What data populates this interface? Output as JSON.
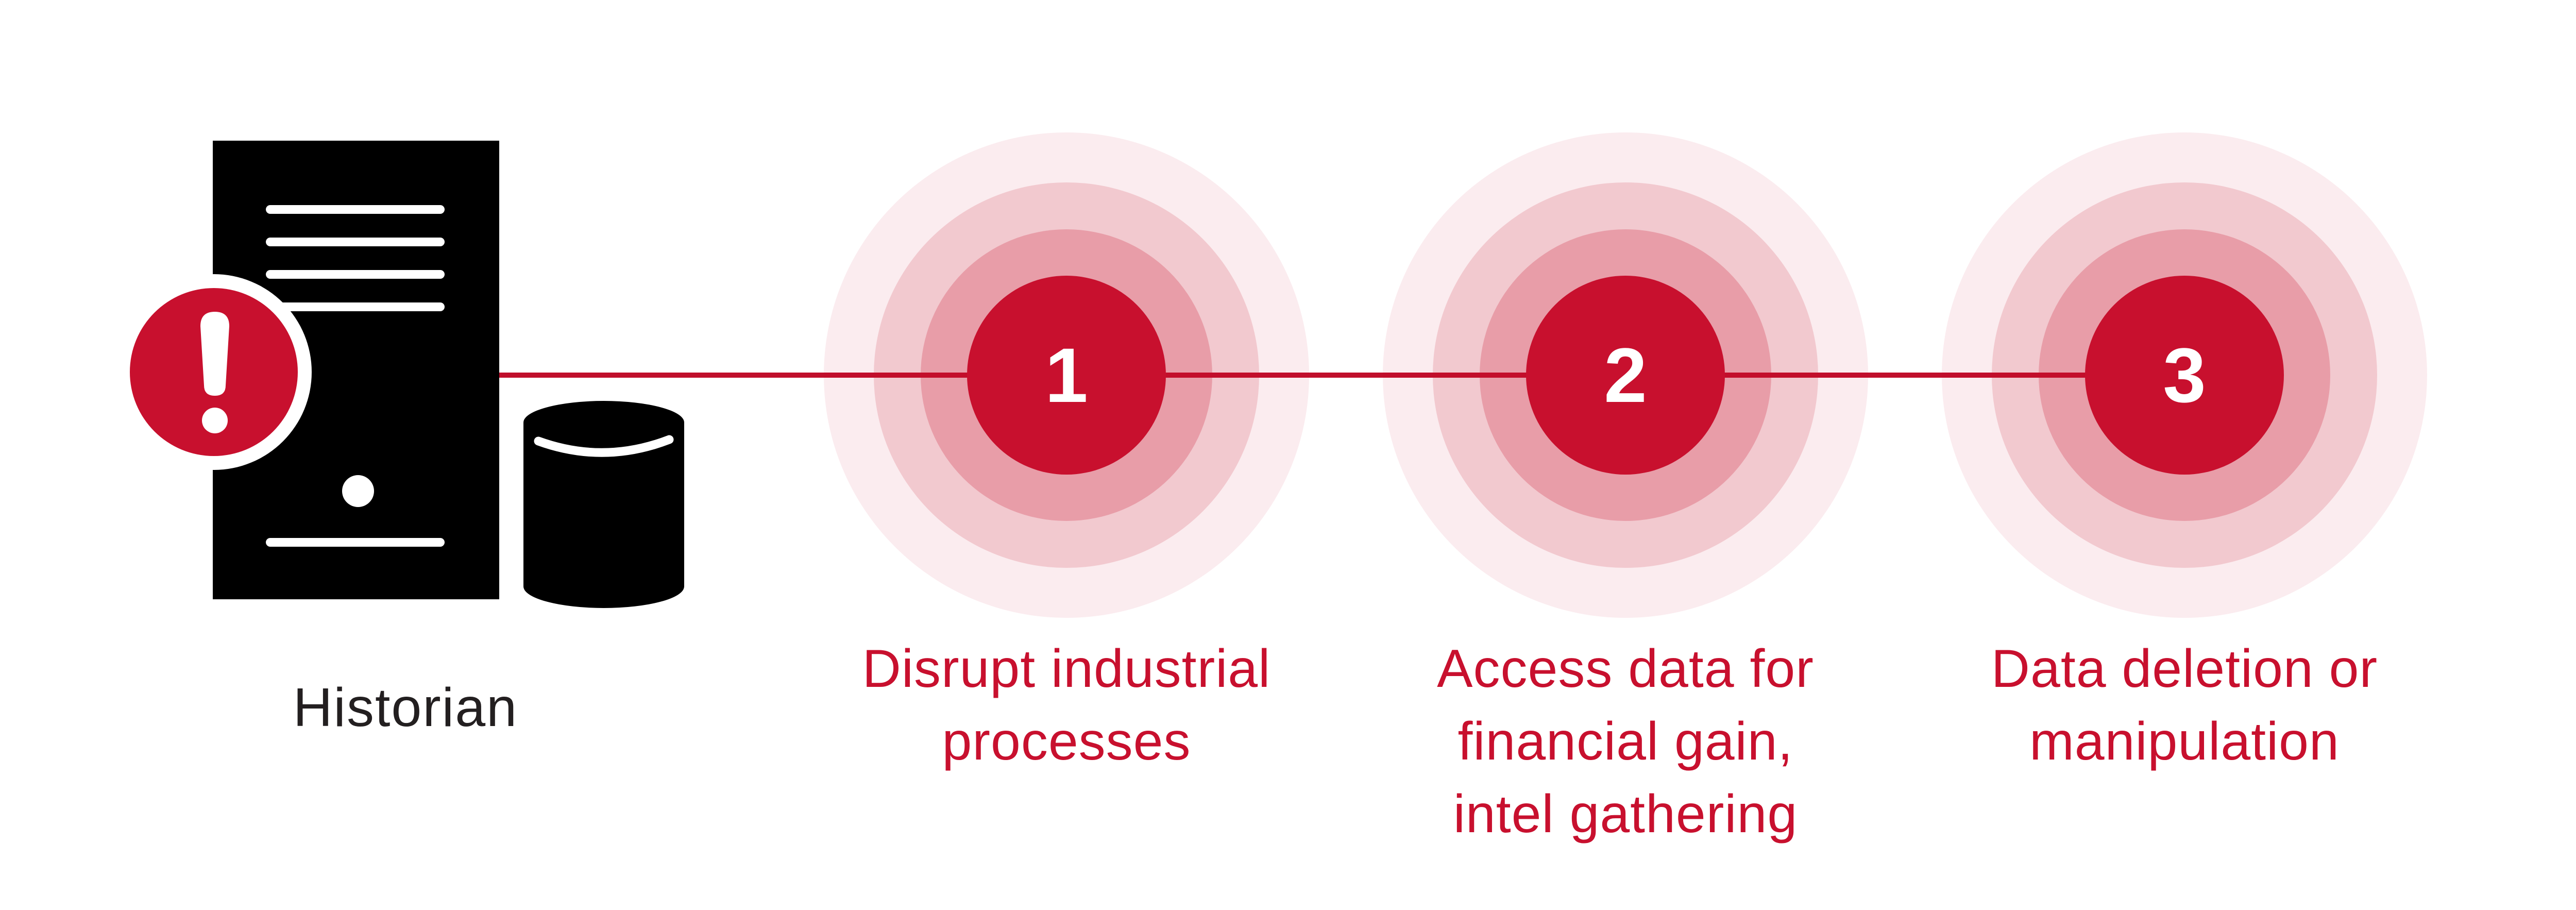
{
  "historian": {
    "label": "Historian"
  },
  "steps": [
    {
      "number": "1",
      "label_lines": [
        "Disrupt industrial",
        "processes"
      ]
    },
    {
      "number": "2",
      "label_lines": [
        "Access data for",
        "financial gain,",
        "intel gathering"
      ]
    },
    {
      "number": "3",
      "label_lines": [
        "Data deletion or",
        "manipulation"
      ]
    }
  ],
  "colors": {
    "accent_red": "#c8102e",
    "connector_red": "#c00f2c",
    "label_text": "#c8102e",
    "historian_text": "#231f20",
    "icon_black": "#000000",
    "ring_opacities": [
      0.24,
      0.16,
      0.08
    ]
  }
}
